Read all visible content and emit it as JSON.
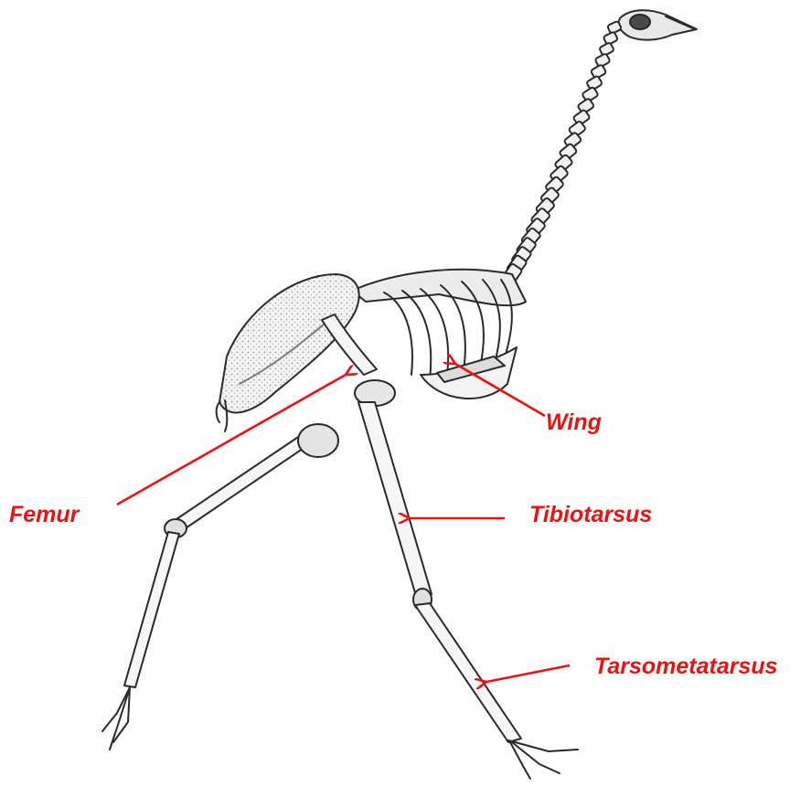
{
  "figure": {
    "labels": {
      "wing": "Wing",
      "femur": "Femur",
      "tibiotarsus": "Tibiotarsus",
      "tarsometatarsus": "Tarsometatarsus"
    },
    "colors": {
      "annotation": "#ee1111",
      "bone_outline": "#2a2a2a",
      "bone_fill": "#f2f2f2",
      "shading": "#8c8c8c",
      "background": "#ffffff"
    }
  }
}
